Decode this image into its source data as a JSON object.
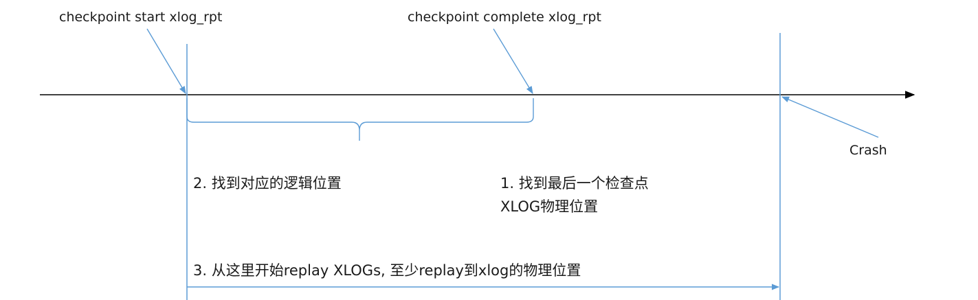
{
  "diagram": {
    "labels": {
      "checkpoint_start": "checkpoint start xlog_rpt",
      "checkpoint_complete": "checkpoint complete xlog_rpt",
      "crash": "Crash",
      "step2": "2. 找到对应的逻辑位置",
      "step1_line1": "1. 找到最后一个检查点",
      "step1_line2": "XLOG物理位置",
      "step3": "3. 从这里开始replay XLOGs, 至少replay到xlog的物理位置"
    },
    "colors": {
      "timeline": "#000000",
      "marker": "#5b9bd5",
      "text": "#1a1a1a"
    }
  }
}
